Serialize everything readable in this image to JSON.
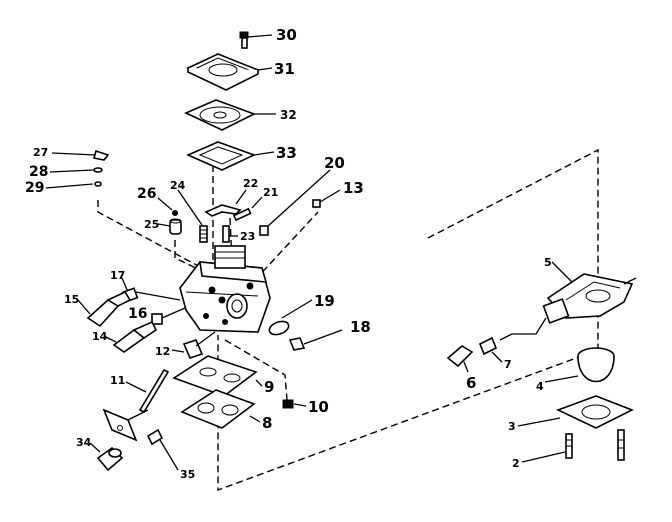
{
  "labels": {
    "p2": "2",
    "p3": "3",
    "p4": "4",
    "p5": "5",
    "p6": "6",
    "p7": "7",
    "p8": "8",
    "p9": "9",
    "p10": "10",
    "p11": "11",
    "p12": "12",
    "p13": "13",
    "p14": "14",
    "p15": "15",
    "p16": "16",
    "p17": "17",
    "p18": "18",
    "p19": "19",
    "p20": "20",
    "p21": "21",
    "p22": "22",
    "p23": "23",
    "p24": "24",
    "p25": "25",
    "p26": "26",
    "p27": "27",
    "p28": "28",
    "p29": "29",
    "p30": "30",
    "p31": "31",
    "p32": "32",
    "p33": "33",
    "p34": "34",
    "p35": "35"
  }
}
